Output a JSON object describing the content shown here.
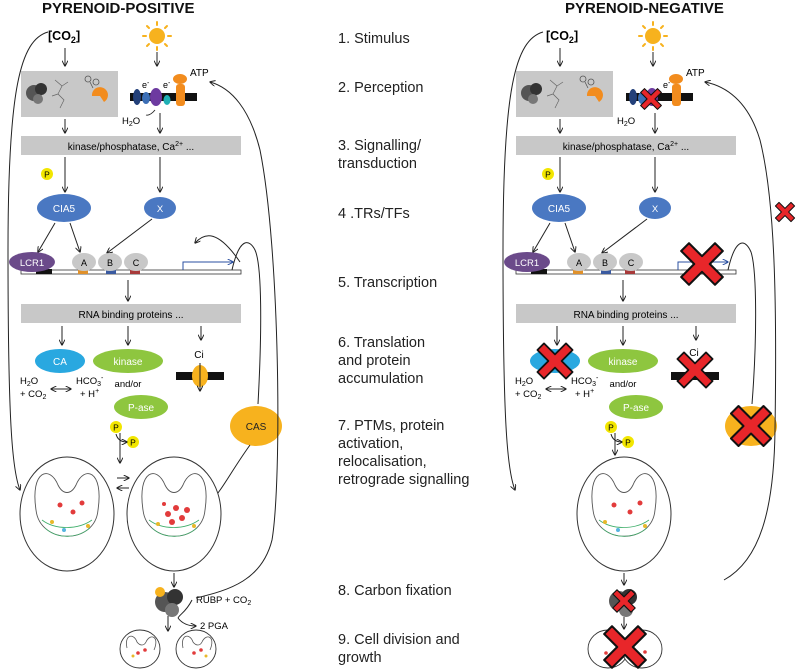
{
  "headers": {
    "left": "PYRENOID-POSITIVE",
    "right": "PYRENOID-NEGATIVE"
  },
  "steps": [
    {
      "l1": "1. Stimulus",
      "l2": "",
      "l3": "",
      "l4": ""
    },
    {
      "l1": "2. Perception",
      "l2": "",
      "l3": "",
      "l4": ""
    },
    {
      "l1": "3. Signalling/",
      "l2": "transduction",
      "l3": "",
      "l4": ""
    },
    {
      "l1": "4 .TRs/TFs",
      "l2": "",
      "l3": "",
      "l4": ""
    },
    {
      "l1": "5. Transcription",
      "l2": "",
      "l3": "",
      "l4": ""
    },
    {
      "l1": "6. Translation",
      "l2": "and protein",
      "l3": "accumulation",
      "l4": ""
    },
    {
      "l1": "7. PTMs, protein",
      "l2": "activation,",
      "l3": "relocalisation,",
      "l4": "retrograde signalling"
    },
    {
      "l1": "8. Carbon fixation",
      "l2": "",
      "l3": "",
      "l4": ""
    },
    {
      "l1": "9. Cell division and",
      "l2": "growth",
      "l3": "",
      "l4": ""
    }
  ],
  "labels": {
    "co2_stimulus": "[CO",
    "co2_sub": "2",
    "co2_close": "]",
    "atp": "ATP",
    "electron": "e",
    "electron_sup": "-",
    "h2o": "H",
    "h2o_sub": "2",
    "h2o_tail": "O",
    "signalling_bar": "kinase/phosphatase, Ca",
    "signalling_sup": "2+",
    "signalling_tail": " ...",
    "phospho": "P",
    "cia5": "CIA5",
    "x": "X",
    "lcr1": "LCR1",
    "a": "A",
    "b": "B",
    "c": "C",
    "rbp_bar": "RNA binding proteins ...",
    "ca": "CA",
    "kinase": "kinase",
    "ci": "Ci",
    "and_or": "and/or",
    "pase": "P-ase",
    "h2o_co2_l1": "H",
    "h2o_co2_l1_sub": "2",
    "h2o_co2_l1_tail": "O",
    "h2o_co2_l2": "+ CO",
    "h2o_co2_l2_sub": "2",
    "hco3_l1": "HCO",
    "hco3_sub": "3",
    "hco3_sup": "-",
    "hco3_l2": "+ H",
    "hco3_l2_sup": "+",
    "cas": "CAS",
    "rubp": "RUBP + CO",
    "rubp_sub": "2",
    "pga": "2 PGA"
  },
  "colors": {
    "bar_gray": "#c8c8c8",
    "cia5_blue": "#4a78c2",
    "lcr1_purple": "#6b4a8a",
    "ca_cyan": "#29a8e0",
    "kinase_green": "#8ec63f",
    "cas_orange": "#f7b21e",
    "phospho_yellow": "#f2e600",
    "cross_red": "#e8262a",
    "promoter_arrow": "#2a4fa0",
    "dot_red": "#e23b3b"
  }
}
